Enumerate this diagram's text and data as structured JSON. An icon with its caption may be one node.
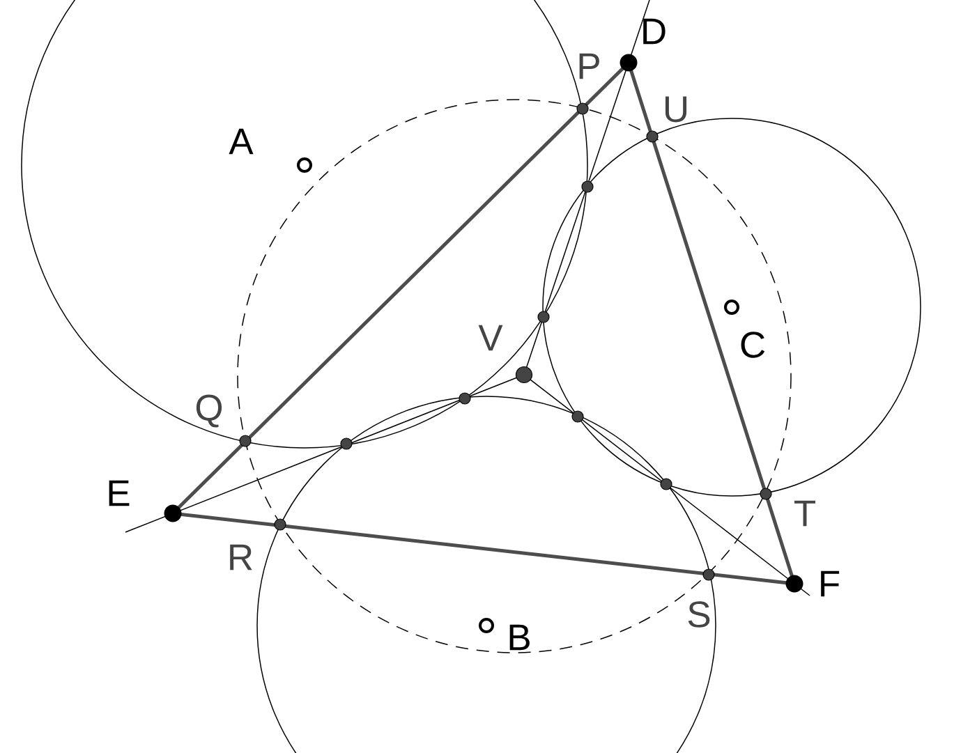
{
  "diagram": {
    "labels": [
      "D",
      "P",
      "U",
      "A",
      "V",
      "C",
      "Q",
      "E",
      "T",
      "R",
      "F",
      "S",
      "B"
    ]
  }
}
